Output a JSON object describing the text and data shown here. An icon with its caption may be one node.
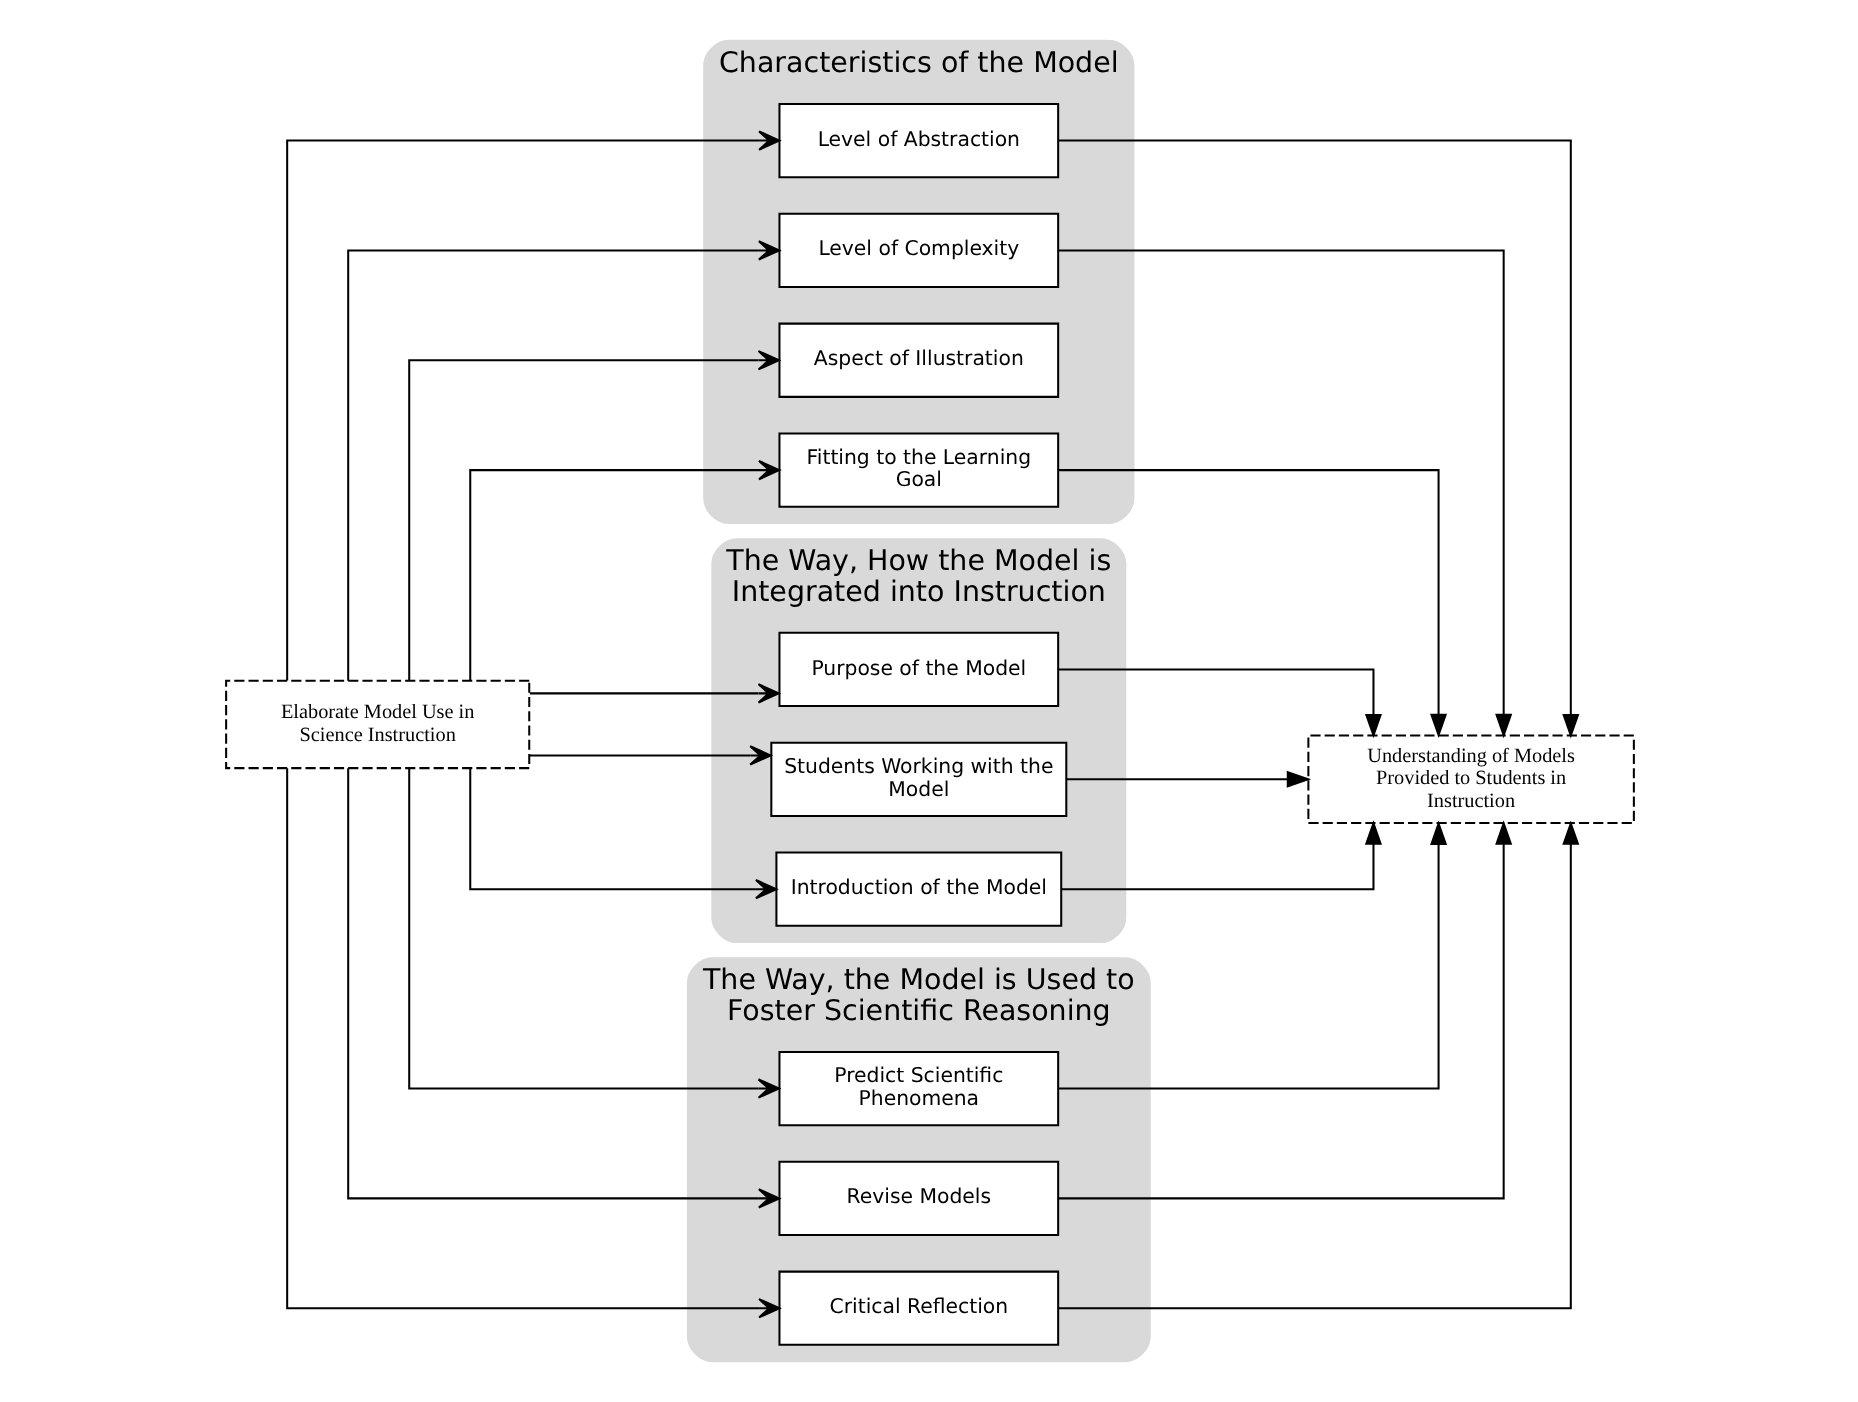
{
  "diagram": {
    "nodes": [
      {
        "text": [
          "Elaborate Model Use in Science Instruction"
        ]
      },
      {
        "text": [
          "Characteristics of the Model"
        ]
      },
      {
        "text": [
          "Level of Abstraction"
        ],
        "in": 1
      },
      {
        "text": [
          "Level of Complexity"
        ],
        "in": 1
      },
      {
        "text": [
          "Aspect of Illustration"
        ],
        "in": 1
      },
      {
        "text": [
          "Fitting to the Learning Goal"
        ],
        "in": 1
      },
      {
        "text": [
          "The Way, How the Model is Integrated into Instruction"
        ]
      },
      {
        "text": [
          "Purpose of the Model"
        ],
        "in": 6
      },
      {
        "text": [
          "Students Working with the Model"
        ],
        "in": 6
      },
      {
        "text": [
          "Introduction of the Model"
        ],
        "in": 6
      },
      {
        "text": [
          "The Way, the Model is Used to Foster Scientific Reasoning"
        ]
      },
      {
        "text": [
          "Predict Scientific Phenomena"
        ],
        "in": 10
      },
      {
        "text": [
          "Revise Models"
        ],
        "in": 10
      },
      {
        "text": [
          "Critical Reflection"
        ],
        "in": 10
      },
      {
        "text": [
          "Understanding of Models Provided to Students in Instruction"
        ]
      }
    ],
    "edges": [
      {
        "from": 0,
        "to": 2,
        "arrow": "to"
      },
      {
        "from": 0,
        "to": 3,
        "arrow": "to"
      },
      {
        "from": 0,
        "to": 4,
        "arrow": "to"
      },
      {
        "from": 0,
        "to": 5,
        "arrow": "to"
      },
      {
        "from": 0,
        "to": 7,
        "arrow": "to"
      },
      {
        "from": 0,
        "to": 8,
        "arrow": "to"
      },
      {
        "from": 0,
        "to": 9,
        "arrow": "to"
      },
      {
        "from": 0,
        "to": 11,
        "arrow": "to"
      },
      {
        "from": 0,
        "to": 12,
        "arrow": "to"
      },
      {
        "from": 0,
        "to": 13,
        "arrow": "to"
      },
      {
        "from": 2,
        "to": 14,
        "arrow": "to"
      },
      {
        "from": 3,
        "to": 14,
        "arrow": "to"
      },
      {
        "from": 5,
        "to": 14,
        "arrow": "to"
      },
      {
        "from": 7,
        "to": 14,
        "arrow": "to"
      },
      {
        "from": 8,
        "to": 14,
        "arrow": "to"
      },
      {
        "from": 9,
        "to": 14,
        "arrow": "to"
      },
      {
        "from": 11,
        "to": 14,
        "arrow": "to"
      },
      {
        "from": 12,
        "to": 14,
        "arrow": "to"
      },
      {
        "from": 13,
        "to": 14,
        "arrow": "to"
      }
    ]
  }
}
